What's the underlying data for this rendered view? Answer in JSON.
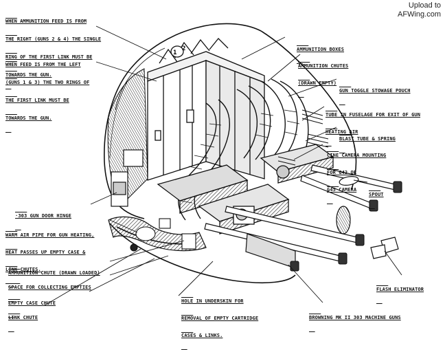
{
  "watermark": {
    "line1": "Upload to",
    "line2": "AFWing.com"
  },
  "notes": {
    "right_feed": [
      "WHEN AMMUNITION FEED IS FROM",
      "THE RIGHT (GUNS 2 & 4) THE SINGLE",
      "RING OF THE FIRST LINK MUST BE",
      "TOWARDS THE GUN."
    ],
    "left_feed": [
      "WHEN FEED IS FROM THE LEFT",
      "(GUNS 1 & 3) THE TWO RINGS OF",
      "THE FIRST LINK MUST BE",
      "TOWARDS THE GUN."
    ]
  },
  "labels": {
    "ammunition_boxes": [
      "AMMUNITION BOXES"
    ],
    "ammunition_chutes": [
      "AMMUNITION CHUTES",
      "(DRAWN EMPTY)"
    ],
    "gun_toggle": [
      "GUN TOGGLE STOWAGE POUCH"
    ],
    "tube_fuselage": [
      "TUBE IN FUSELAGE FOR EXIT OF GUN",
      "HEATING AIR"
    ],
    "blast_tube": [
      "BLAST TUBE & SPRING"
    ],
    "cine_camera": [
      "CINE CAMERA MOUNTING",
      "FOR G42 OR",
      "G45 CAMERA"
    ],
    "spout": [
      "SPOUT"
    ],
    "flash_eliminator": [
      "FLASH ELIMINATOR"
    ],
    "browning": [
      "BROWNING MK II 303 MACHINE GUNS"
    ],
    "hole_underskin": [
      "HOLE IN UNDERSKIN FOR",
      "REMOVAL OF EMPTY CARTRIDGE",
      "CASES & LINKS."
    ],
    "gun_door_hinge": [
      "·303 GUN DOOR HINGE"
    ],
    "warm_air": [
      "WARM AIR PIPE FOR GUN HEATING,",
      "HEAT PASSES UP EMPTY CASE &",
      "LINK CHUTES."
    ],
    "chute_loaded": [
      "AMMUNITION CHUTE (DRAWN LOADED)"
    ],
    "space_empties": [
      "SPACE FOR COLLECTING EMPTIES"
    ],
    "empty_case_chute": [
      "EMPTY CASE CHUTE"
    ],
    "link_chute": [
      "LINK CHUTE"
    ]
  },
  "box_numbers": [
    "1",
    "2"
  ]
}
